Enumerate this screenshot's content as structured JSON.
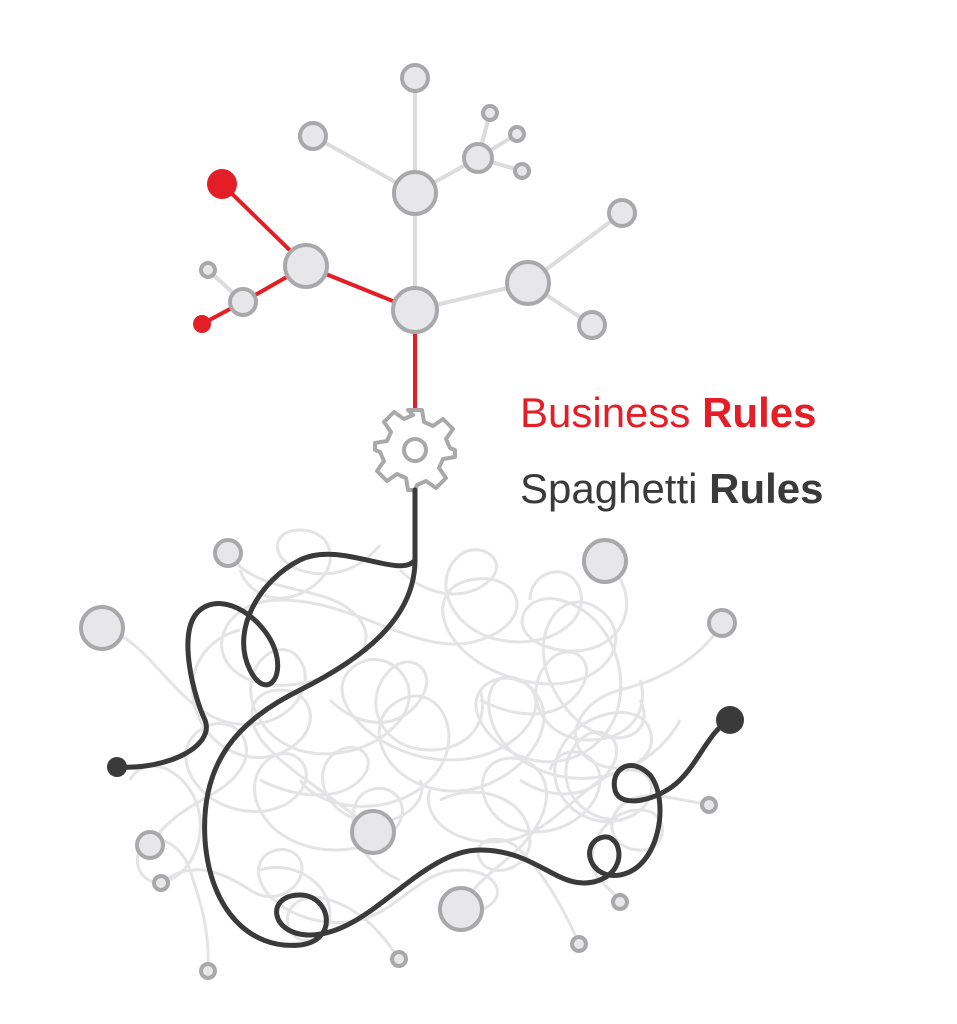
{
  "captions": {
    "top": {
      "regular": "Business",
      "bold": "Rules",
      "color": "#e31e26"
    },
    "bottom": {
      "regular": "Spaghetti",
      "bold": "Rules",
      "color": "#3a3a3a"
    }
  },
  "colors": {
    "red": "#e31e26",
    "dark": "#3a3a3a",
    "node_fill": "#e7e7e9",
    "node_stroke": "#a9a9ab",
    "link_grey": "#dcdcdc",
    "tangle_grey": "#e4e4e6"
  },
  "icons": {
    "center": "gear-icon"
  }
}
